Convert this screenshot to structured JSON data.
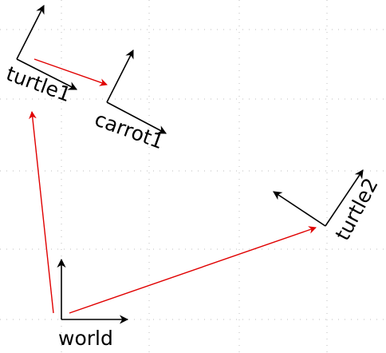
{
  "colors": {
    "axis": "#000000",
    "transform_arrow": "#e00000",
    "grid": "#bdbdbd",
    "background": "#ffffff"
  },
  "frames": {
    "world": {
      "label": "world"
    },
    "turtle1": {
      "label": "turtle1"
    },
    "carrot1": {
      "label": "carrot1"
    },
    "turtle2": {
      "label": "turtle2"
    }
  }
}
